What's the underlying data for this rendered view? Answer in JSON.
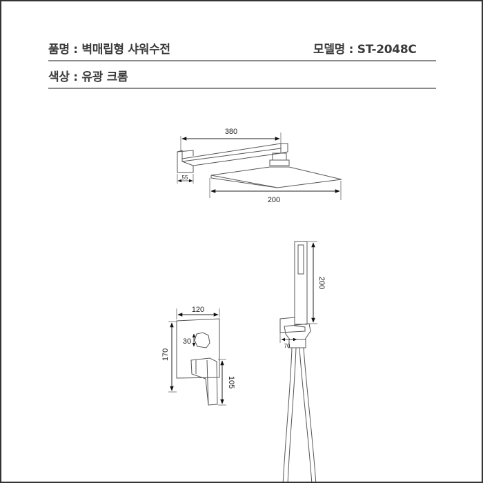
{
  "header": {
    "product_name_label": "품명 : 벽매립형 샤워수전",
    "model_label": "모델명 : ST-2048C",
    "color_label": "색상 : 유광 크롬"
  },
  "diagram": {
    "shower_arm": {
      "arm_length": "380",
      "wall_flange": "55",
      "head_width": "200"
    },
    "diverter_valve": {
      "plate_width": "120",
      "plate_height": "170",
      "knob_size": "30",
      "handle_height": "105"
    },
    "hand_shower": {
      "handset_length": "200",
      "holder_depth": "70"
    }
  },
  "colors": {
    "text": "#3a3a3a",
    "rule": "#8a8a8a",
    "line": "#444444",
    "border": "#333333"
  }
}
